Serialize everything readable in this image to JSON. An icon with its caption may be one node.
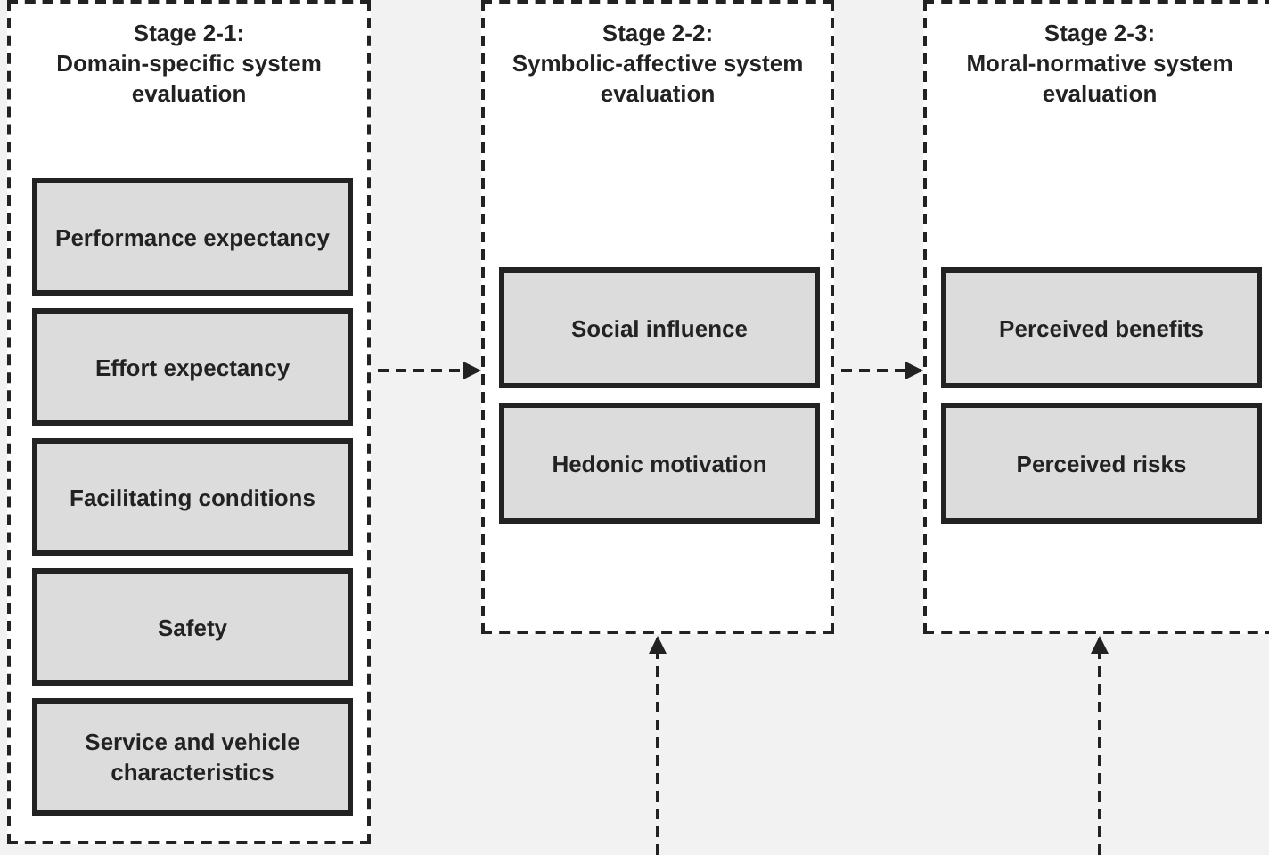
{
  "diagram": {
    "nodes": [
      {
        "text": [
          "Stage 2-1:",
          "Domain-specific system evaluation"
        ]
      },
      {
        "text": [
          "Performance expectancy"
        ],
        "in": 0
      },
      {
        "text": [
          "Effort expectancy"
        ],
        "in": 0
      },
      {
        "text": [
          "Facilitating conditions"
        ],
        "in": 0
      },
      {
        "text": [
          "Safety"
        ],
        "in": 0
      },
      {
        "text": [
          "Service and vehicle characteristics"
        ],
        "in": 0
      },
      {
        "text": [
          "Stage 2-2:",
          "Symbolic-affective system evaluation"
        ]
      },
      {
        "text": [
          "Social influence"
        ],
        "in": 6
      },
      {
        "text": [
          "Hedonic motivation"
        ],
        "in": 6
      },
      {
        "text": [
          "Stage 2-3:",
          "Moral-normative system evaluation"
        ]
      },
      {
        "text": [
          "Perceived benefits"
        ],
        "in": 9
      },
      {
        "text": [
          "Perceived risks"
        ],
        "in": 9
      }
    ],
    "edges": [
      {
        "from": 0,
        "to": 6,
        "arrow": "to",
        "style": "dashed"
      },
      {
        "from": 6,
        "to": 9,
        "arrow": "to",
        "style": "dashed"
      },
      {
        "from": null,
        "to": 6,
        "arrow": "to",
        "style": "dashed"
      },
      {
        "from": null,
        "to": 9,
        "arrow": "to",
        "style": "dashed"
      }
    ]
  }
}
